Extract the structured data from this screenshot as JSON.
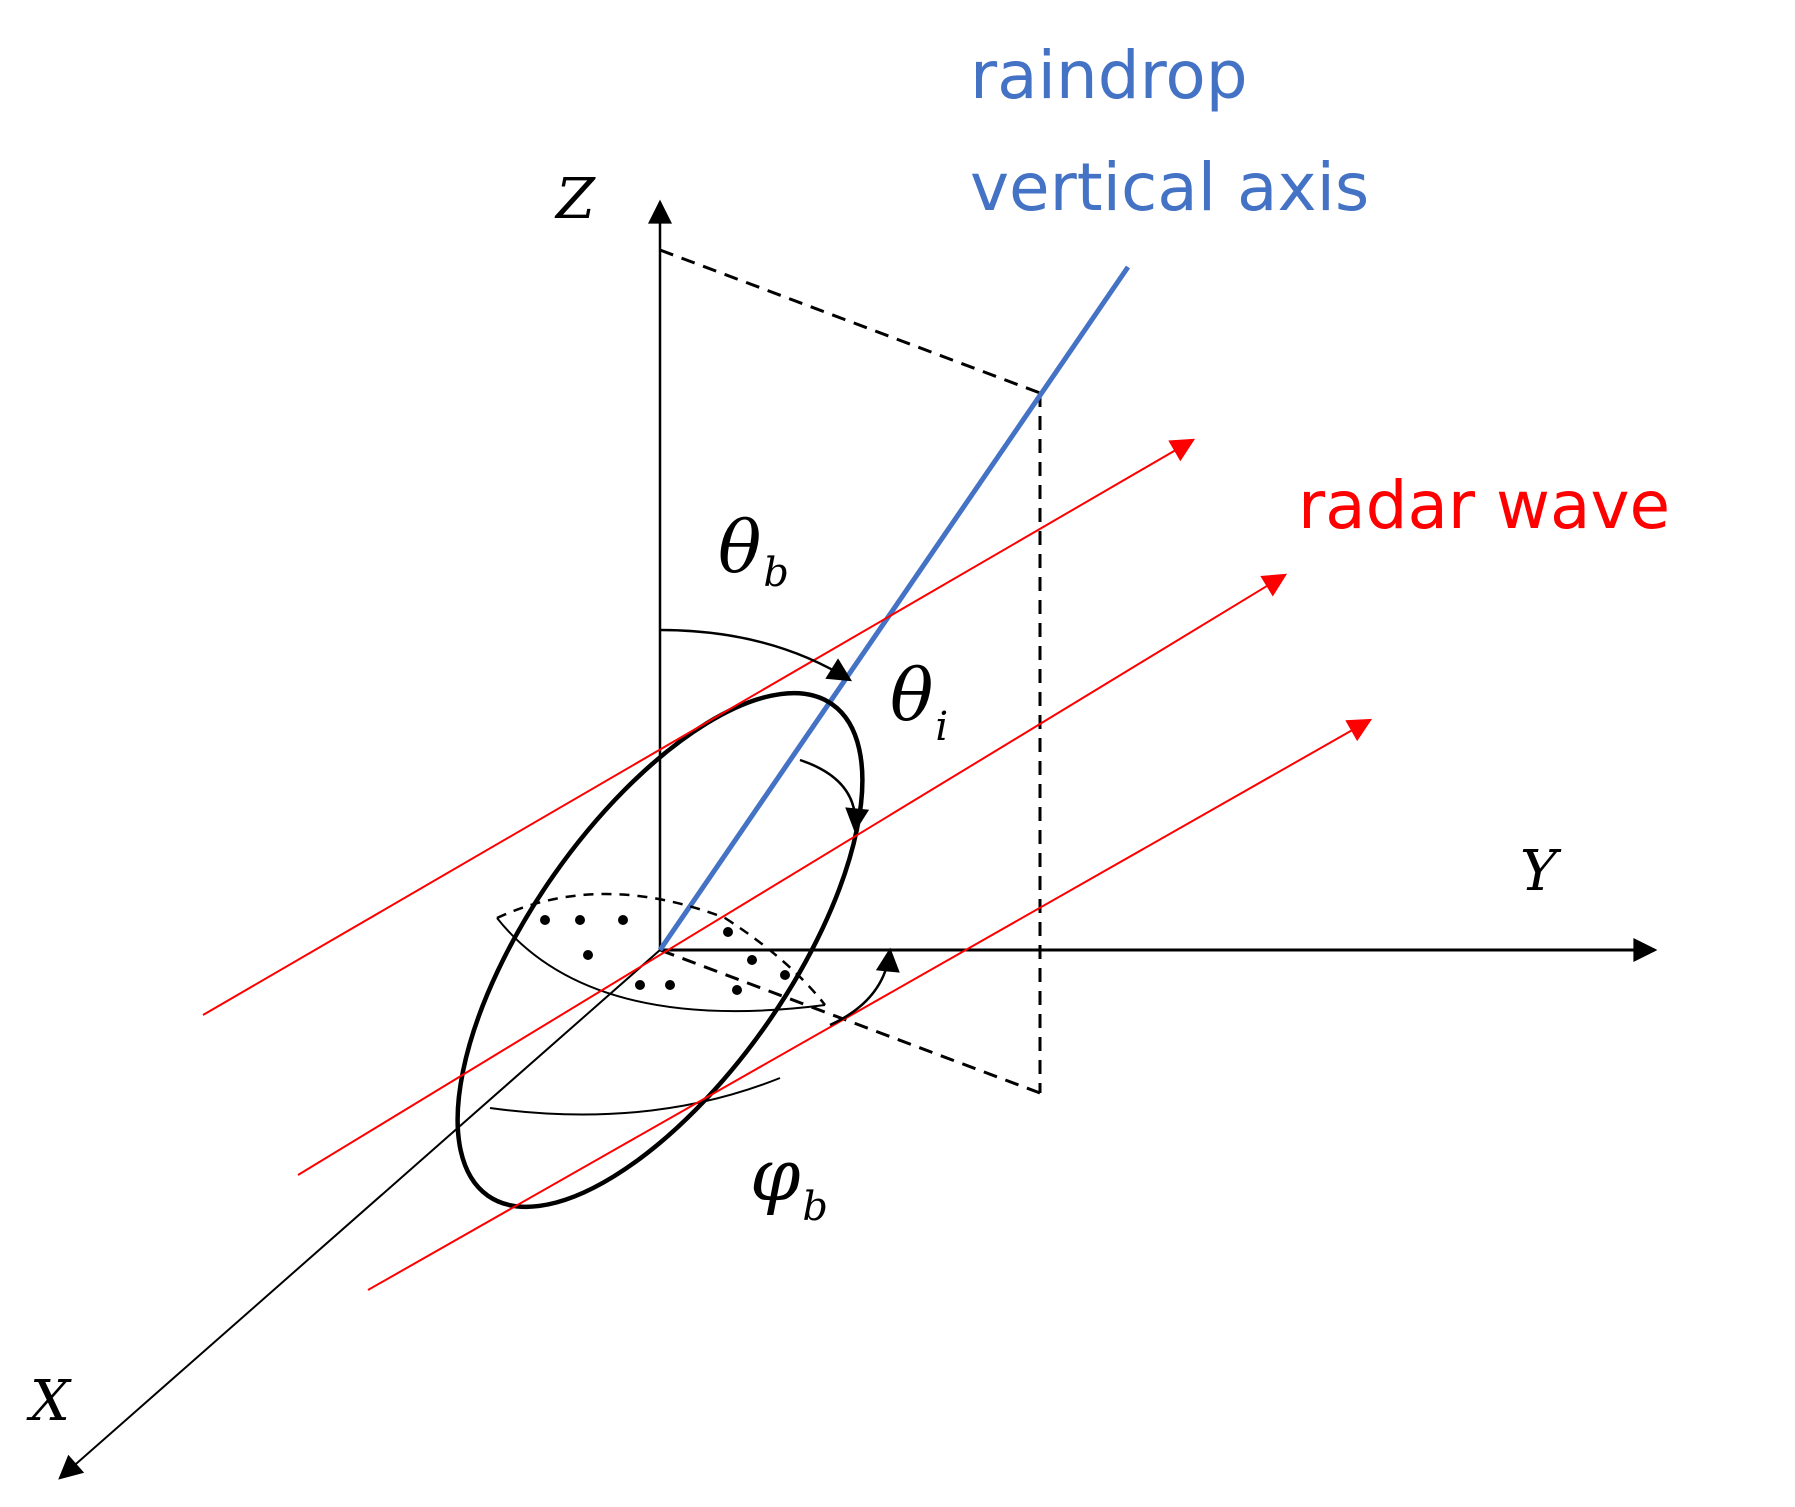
{
  "labels": {
    "axis_z": "Z",
    "axis_y": "Y",
    "axis_x": "X",
    "theta_b": {
      "symbol": "θ",
      "subscript": "b"
    },
    "theta_i": {
      "symbol": "θ",
      "subscript": "i"
    },
    "phi_b": {
      "symbol": "φ",
      "subscript": "b"
    }
  },
  "callouts": {
    "raindrop_line1": "raindrop",
    "raindrop_line2": "vertical axis",
    "radar_wave": "radar wave"
  },
  "colors": {
    "raindrop_axis": "#4472C4",
    "radar_wave": "#FF0000",
    "axes": "#000000"
  }
}
